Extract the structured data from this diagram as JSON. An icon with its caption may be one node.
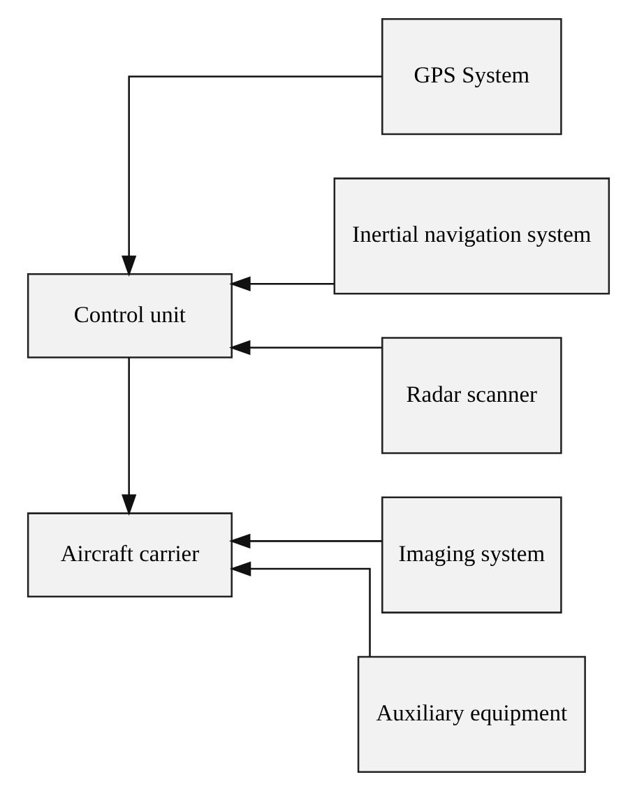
{
  "diagram": {
    "nodes": [
      {
        "text": [
          "Control unit"
        ]
      },
      {
        "text": [
          "Aircraft carrier"
        ]
      },
      {
        "text": [
          "GPS System"
        ]
      },
      {
        "text": [
          "Inertial navigation system"
        ]
      },
      {
        "text": [
          "Radar scanner"
        ]
      },
      {
        "text": [
          "Imaging system"
        ]
      },
      {
        "text": [
          "Auxiliary equipment"
        ]
      }
    ],
    "edges": [
      {
        "from": 2,
        "to": 0,
        "arrow": "to"
      },
      {
        "from": 3,
        "to": 0,
        "arrow": "to"
      },
      {
        "from": 4,
        "to": 0,
        "arrow": "to"
      },
      {
        "from": 0,
        "to": 1,
        "arrow": "to"
      },
      {
        "from": 5,
        "to": 1,
        "arrow": "to"
      },
      {
        "from": 6,
        "to": 1,
        "arrow": "to"
      }
    ]
  }
}
